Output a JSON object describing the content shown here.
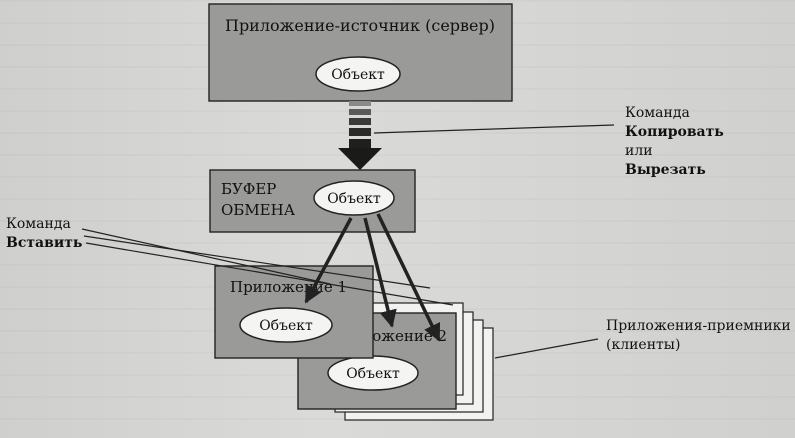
{
  "source_app": {
    "title": "Приложение-источник (сервер)",
    "object_label": "Объект"
  },
  "clipboard": {
    "title_line1": "БУФЕР",
    "title_line2": "ОБМЕНА",
    "object_label": "Объект"
  },
  "cmd_copy": {
    "line1": "Команда",
    "line2": "Копировать",
    "line3": "или",
    "line4": "Вырезать"
  },
  "cmd_paste": {
    "line1": "Команда",
    "line2": "Вставить"
  },
  "client_1": {
    "title": "Приложение 1",
    "object_label": "Объект"
  },
  "client_2": {
    "title": "Приложение 2",
    "object_label": "Объект"
  },
  "receivers": {
    "line1": "Приложения-приемники",
    "line2": "(клиенты)"
  }
}
